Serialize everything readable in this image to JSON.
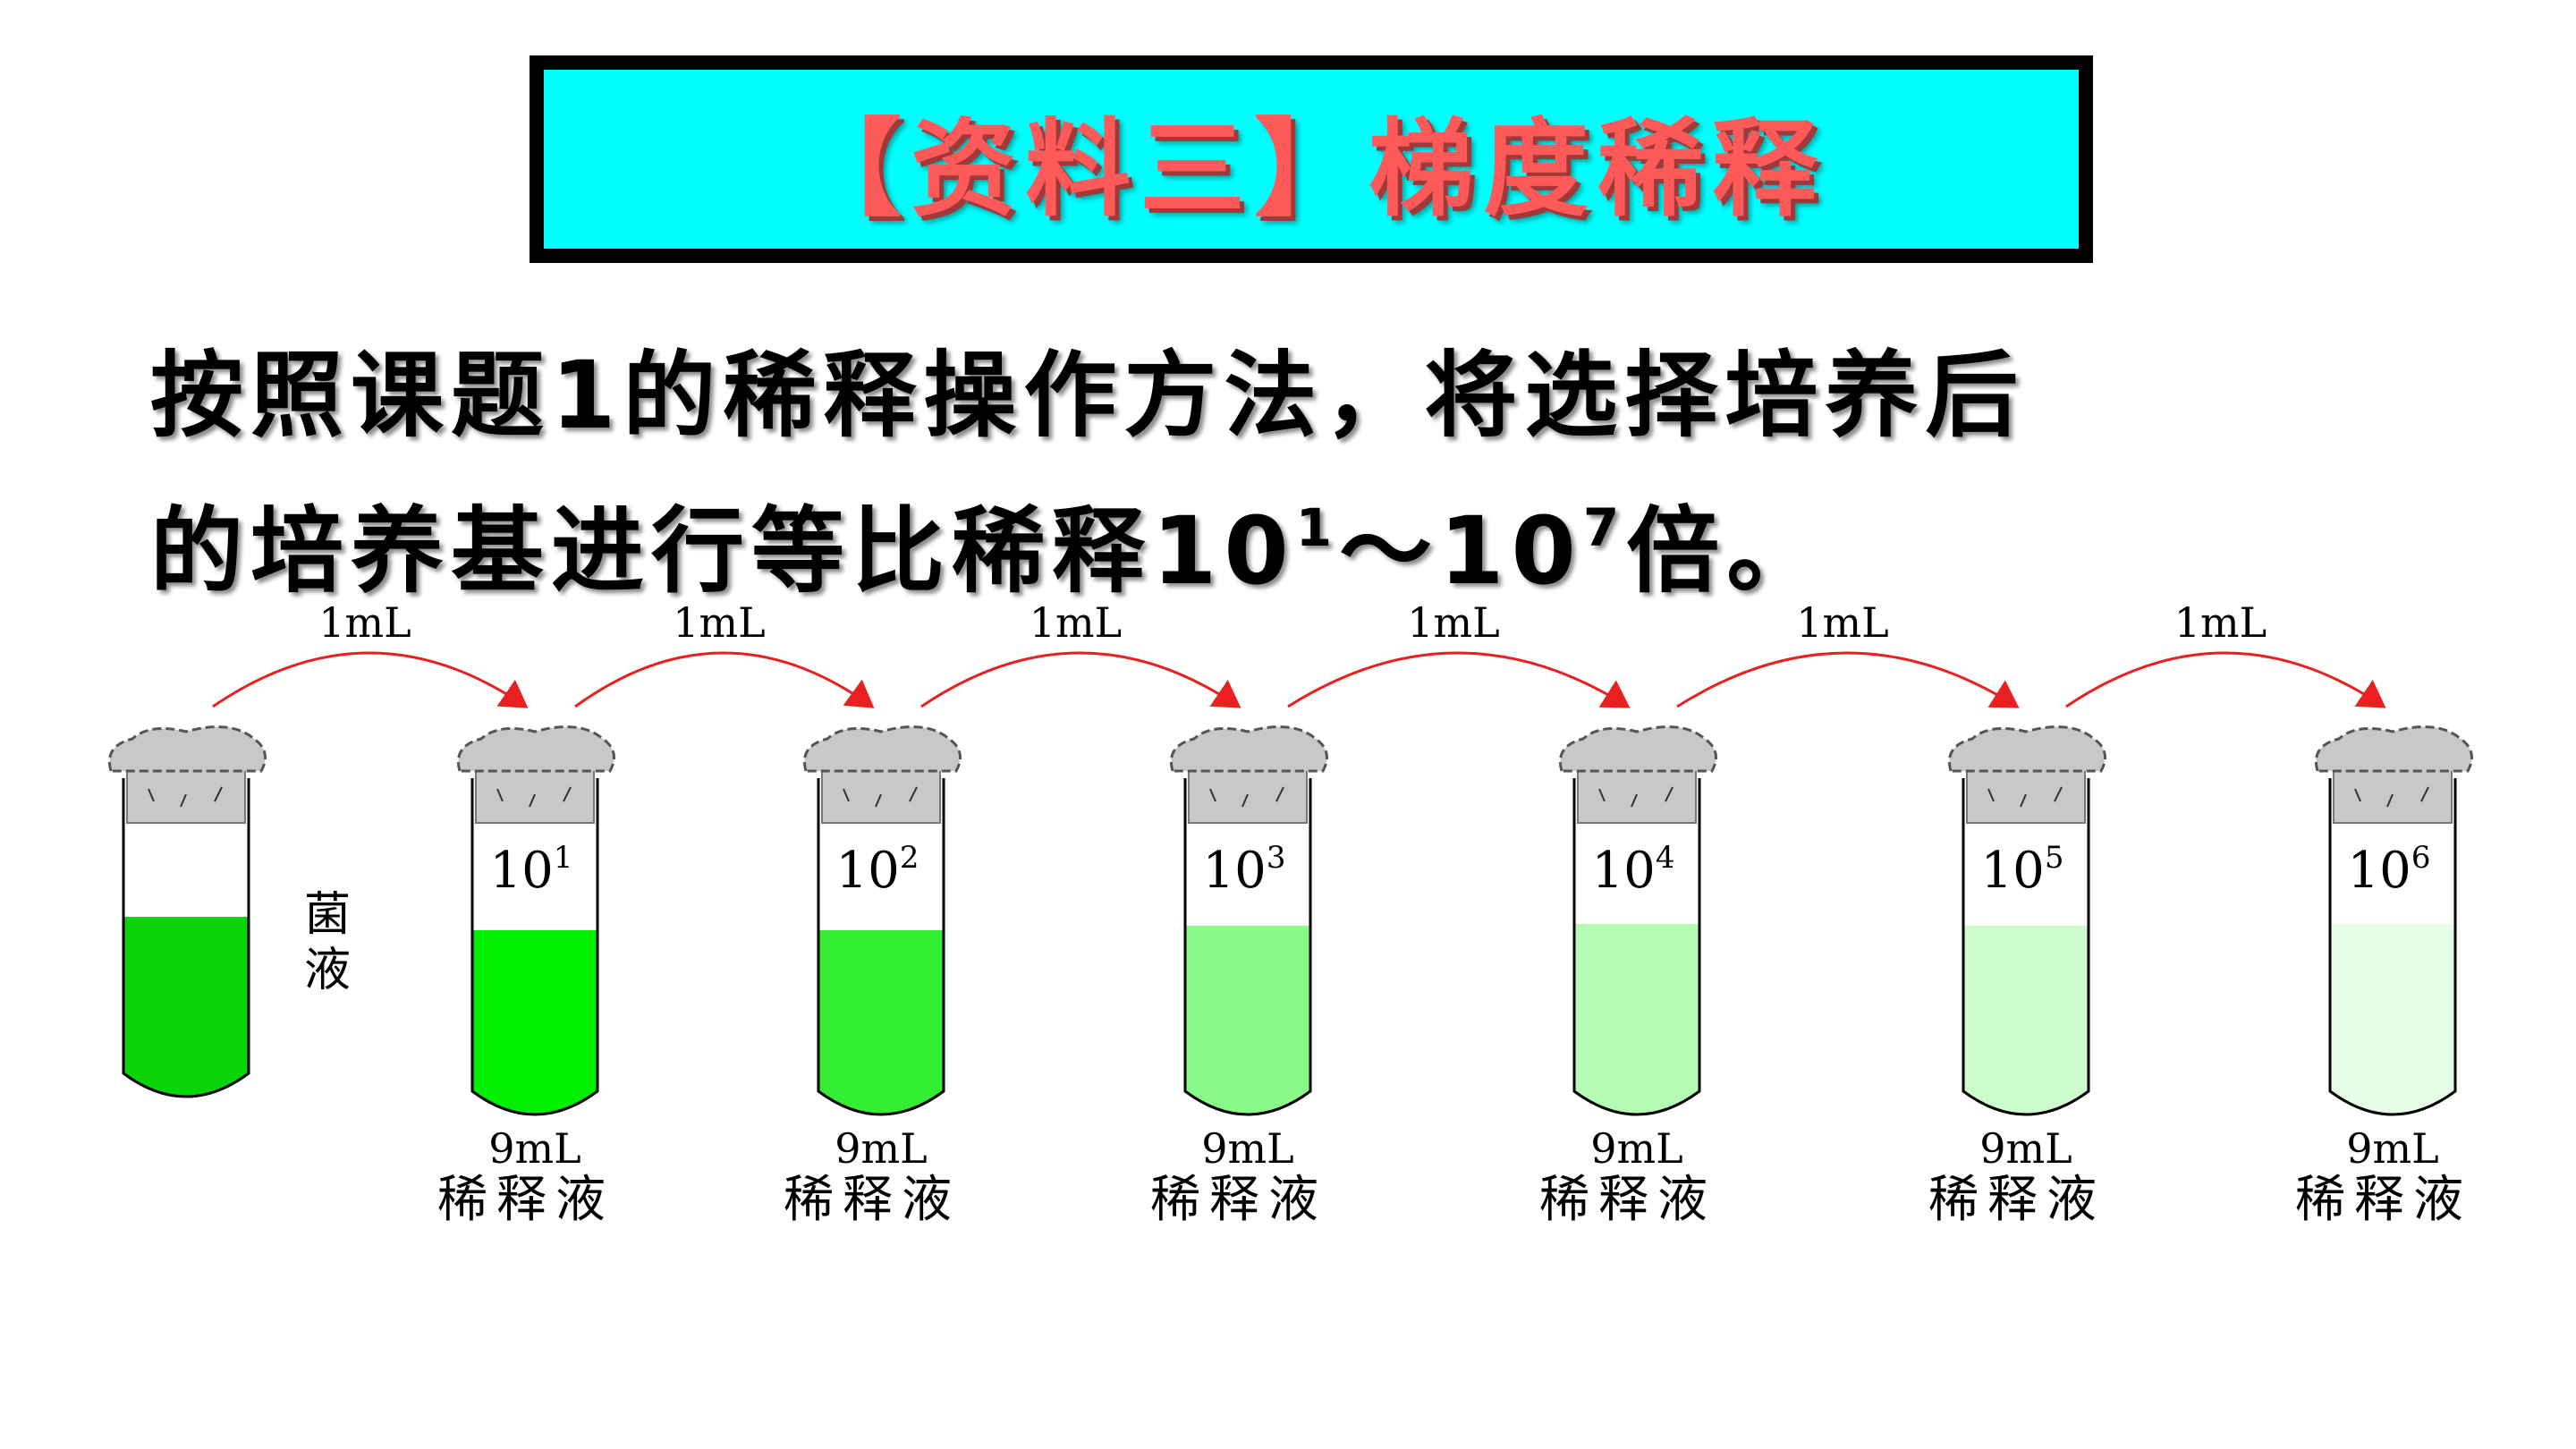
{
  "title": "【资料三】梯度稀释",
  "description": {
    "line1": "按照课题1的稀释操作方法，将选择培养后",
    "line2_prefix": "的培养基进行等比稀释10",
    "line2_sup1": "1",
    "line2_mid": "～10",
    "line2_sup2": "7",
    "line2_suffix": "倍。"
  },
  "diagram": {
    "transfer_labels": [
      "1mL",
      "1mL",
      "1mL",
      "1mL",
      "1mL",
      "1mL"
    ],
    "source_tube": {
      "label": "菌液",
      "liquid_color": "#0ad40a"
    },
    "tubes": [
      {
        "exp_base": "10",
        "exp": "1",
        "volume": "9mL",
        "diluent": "稀释液",
        "liquid_color": "#00ee00"
      },
      {
        "exp_base": "10",
        "exp": "2",
        "volume": "9mL",
        "diluent": "稀释液",
        "liquid_color": "#33ee33"
      },
      {
        "exp_base": "10",
        "exp": "3",
        "volume": "9mL",
        "diluent": "稀释液",
        "liquid_color": "#88fb88"
      },
      {
        "exp_base": "10",
        "exp": "4",
        "volume": "9mL",
        "diluent": "稀释液",
        "liquid_color": "#b4fcb4"
      },
      {
        "exp_base": "10",
        "exp": "5",
        "volume": "9mL",
        "diluent": "稀释液",
        "liquid_color": "#ccfccc"
      },
      {
        "exp_base": "10",
        "exp": "6",
        "volume": "9mL",
        "diluent": "稀释液",
        "liquid_color": "#e6fde6"
      }
    ],
    "colors": {
      "arrow": "#e82020",
      "cap": "#c8c8c8",
      "outline": "#000000"
    }
  }
}
